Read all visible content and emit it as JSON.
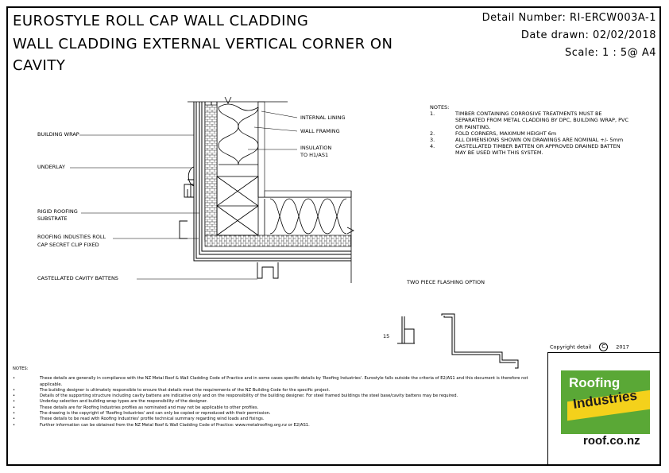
{
  "title": {
    "line1": "EUROSTYLE ROLL CAP WALL CLADDING",
    "line2": "WALL CLADDING EXTERNAL VERTICAL CORNER ON",
    "line3": "CAVITY"
  },
  "detail": {
    "number": "Detail Number:  RI-ERCW003A-1",
    "date": "Date drawn:  02/02/2018",
    "scale": "Scale:   1 : 5@ A4"
  },
  "labels": {
    "building_wrap": "BUILDING WRAP",
    "underlay": "UNDERLAY",
    "rigid_roofing_1": "RIGID ROOFING",
    "rigid_roofing_2": "SUBSTRATE",
    "roll_cap_1": "ROOFING INDUSTIES ROLL",
    "roll_cap_2": "CAP SECRET CLIP FIXED",
    "castellated": "CASTELLATED CAVITY BATTENS",
    "internal_lining": "INTERNAL LINING",
    "wall_framing": "WALL FRAMING",
    "insulation_1": "INSULATION",
    "insulation_2": "TO H1/AS1",
    "two_piece": "TWO PIECE FLASHING OPTION",
    "dim_15": "15"
  },
  "notes_right": {
    "heading": "NOTES:",
    "items": [
      {
        "n": "1.",
        "t": "TIMBER CONTAINING CORROSIVE TREATMENTS MUST BE SEPARATED FROM METAL CLADDING BY DPC, BUILDING WRAP, PVC OR PAINTING."
      },
      {
        "n": "2.",
        "t": "FOLD CORNERS, MAXIMUM HEIGHT 6m"
      },
      {
        "n": "3.",
        "t": "ALL DIMENSIONS SHOWN ON DRAWINGS ARE NOMINAL +/- 5mm"
      },
      {
        "n": "4.",
        "t": "CASTELLATED TIMBER BATTEN OR APPROVED DRAINED BATTEN MAY BE USED WITH THIS SYSTEM."
      }
    ]
  },
  "notes_bottom": {
    "heading": "NOTES:",
    "items": [
      "These details are generally in compliance with the NZ Metal Roof & Wall Cladding Code of Practice and in some cases specific details by 'Roofing Industries'.  Eurostyle falls outside the criteria of E2/AS1 and this document is therefore not applicable.",
      "The building designer is ultimately responsible to ensure that details meet the requirements of the NZ Building Code for the specific project.",
      "Details of the supporting structure including cavity battens are indicative only and on the responsibility of the building designer.  For steel framed buildings the steel base/cavity battens may be required.",
      "Underlay selection and building wrap types are the responsibility of the designer.",
      "These details are for Roofing Industries profiles as nominated and may not be applicable to other profiles.",
      "The drawing is the copyright of 'Roofing Industries' and can only be copied or reproduced with their permission.",
      "These details to be read with Roofing Industries' profile technical summary regarding wind loads and fixings.",
      "Further information can be obtained from the NZ Metal Roof & Wall Cladding Code of Practice:  www.metalroofing.org.nz or E2/AS1."
    ]
  },
  "copyright": {
    "label": "Copyright detail",
    "symbol": "C",
    "year": "2017"
  },
  "logo": {
    "word1": "Roofing",
    "word2": "Industries",
    "url": "roof.co.nz",
    "green": "#5aa836",
    "yellow": "#f4d11b"
  }
}
